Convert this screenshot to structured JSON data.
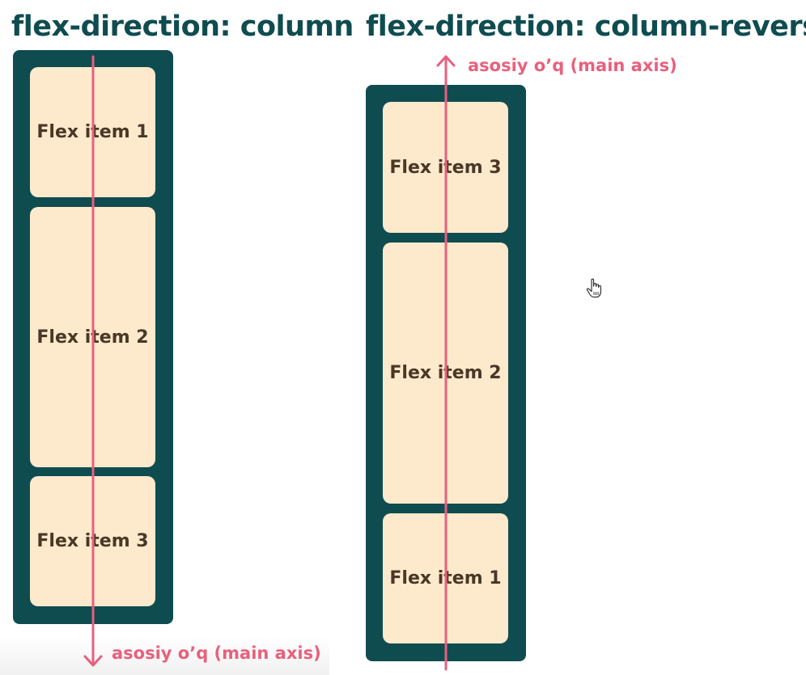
{
  "left_panel": {
    "title": "flex-direction: column",
    "items": [
      {
        "label": "Flex item 1"
      },
      {
        "label": "Flex item 2"
      },
      {
        "label": "Flex item 3"
      }
    ],
    "axis_label": "asosiy o’q (main axis)"
  },
  "right_panel": {
    "title": "flex-direction: column-reverse",
    "items": [
      {
        "label": "Flex item 3"
      },
      {
        "label": "Flex item 2"
      },
      {
        "label": "Flex item 1"
      }
    ],
    "axis_label": "asosiy o’q (main axis)"
  },
  "colors": {
    "container": "#0f4c50",
    "item_background": "#fde9cc",
    "item_text": "#4a3826",
    "axis": "#e8607d",
    "title": "#0f4c50"
  },
  "icons": {
    "axis_left_end": "arrow-down-icon",
    "axis_right_end": "arrow-up-icon",
    "cursor": "hand-pointer-icon"
  }
}
